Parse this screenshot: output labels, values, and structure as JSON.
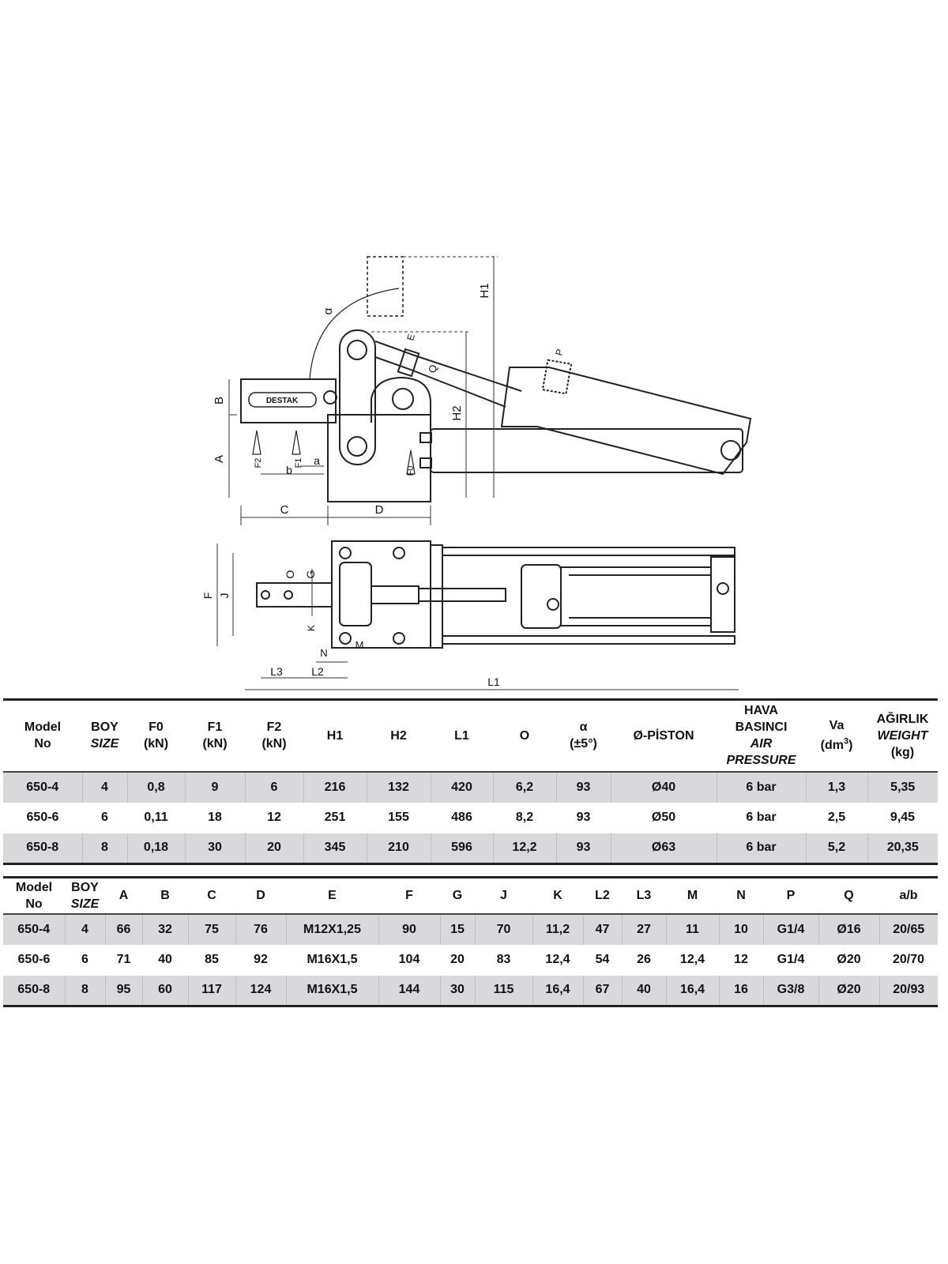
{
  "drawing": {
    "brand": "DESTAK",
    "side_labels": [
      "H1",
      "α",
      "E",
      "P",
      "Q",
      "H2",
      "B",
      "A",
      "F2",
      "F1",
      "a",
      "b",
      "F0",
      "C",
      "D"
    ],
    "top_labels": [
      "F",
      "J",
      "G",
      "O",
      "K",
      "N",
      "M",
      "L3",
      "L2",
      "L1"
    ]
  },
  "table1": {
    "headers": [
      {
        "lines": [
          "Model",
          "No"
        ]
      },
      {
        "lines": [
          "BOY"
        ],
        "italic": [
          "SIZE"
        ]
      },
      {
        "lines": [
          "F0",
          "(kN)"
        ]
      },
      {
        "lines": [
          "F1",
          "(kN)"
        ]
      },
      {
        "lines": [
          "F2",
          "(kN)"
        ]
      },
      {
        "lines": [
          "H1"
        ]
      },
      {
        "lines": [
          "H2"
        ]
      },
      {
        "lines": [
          "L1"
        ]
      },
      {
        "lines": [
          "O"
        ]
      },
      {
        "lines": [
          "α",
          "(±5°)"
        ]
      },
      {
        "lines": [
          "Ø-PİSTON"
        ]
      },
      {
        "lines": [
          "HAVA",
          "BASINCI"
        ],
        "italic": [
          "AIR",
          "PRESSURE"
        ]
      },
      {
        "lines": [
          "Va"
        ],
        "unit": "(dm",
        "unit_sup": "3",
        "unit_end": ")"
      },
      {
        "lines": [
          "AĞIRLIK"
        ],
        "italic": [
          "WEIGHT"
        ],
        "after": [
          "(kg)"
        ]
      }
    ],
    "rows": [
      [
        "650-4",
        "4",
        "0,8",
        "9",
        "6",
        "216",
        "132",
        "420",
        "6,2",
        "93",
        "Ø40",
        "6 bar",
        "1,3",
        "5,35"
      ],
      [
        "650-6",
        "6",
        "0,11",
        "18",
        "12",
        "251",
        "155",
        "486",
        "8,2",
        "93",
        "Ø50",
        "6 bar",
        "2,5",
        "9,45"
      ],
      [
        "650-8",
        "8",
        "0,18",
        "30",
        "20",
        "345",
        "210",
        "596",
        "12,2",
        "93",
        "Ø63",
        "6 bar",
        "5,2",
        "20,35"
      ]
    ]
  },
  "table2": {
    "headers": [
      {
        "lines": [
          "Model",
          "No"
        ]
      },
      {
        "lines": [
          "BOY"
        ],
        "italic": [
          "SIZE"
        ]
      },
      {
        "lines": [
          "A"
        ]
      },
      {
        "lines": [
          "B"
        ]
      },
      {
        "lines": [
          "C"
        ]
      },
      {
        "lines": [
          "D"
        ]
      },
      {
        "lines": [
          "E"
        ]
      },
      {
        "lines": [
          "F"
        ]
      },
      {
        "lines": [
          "G"
        ]
      },
      {
        "lines": [
          "J"
        ]
      },
      {
        "lines": [
          "K"
        ]
      },
      {
        "lines": [
          "L2"
        ]
      },
      {
        "lines": [
          "L3"
        ]
      },
      {
        "lines": [
          "M"
        ]
      },
      {
        "lines": [
          "N"
        ]
      },
      {
        "lines": [
          "P"
        ]
      },
      {
        "lines": [
          "Q"
        ]
      },
      {
        "lines": [
          "a/b"
        ]
      }
    ],
    "rows": [
      [
        "650-4",
        "4",
        "66",
        "32",
        "75",
        "76",
        "M12X1,25",
        "90",
        "15",
        "70",
        "11,2",
        "47",
        "27",
        "11",
        "10",
        "G1/4",
        "Ø16",
        "20/65"
      ],
      [
        "650-6",
        "6",
        "71",
        "40",
        "85",
        "92",
        "M16X1,5",
        "104",
        "20",
        "83",
        "12,4",
        "54",
        "26",
        "12,4",
        "12",
        "G1/4",
        "Ø20",
        "20/70"
      ],
      [
        "650-8",
        "8",
        "95",
        "60",
        "117",
        "124",
        "M16X1,5",
        "144",
        "30",
        "115",
        "16,4",
        "67",
        "40",
        "16,4",
        "16",
        "G3/8",
        "Ø20",
        "20/93"
      ]
    ]
  }
}
